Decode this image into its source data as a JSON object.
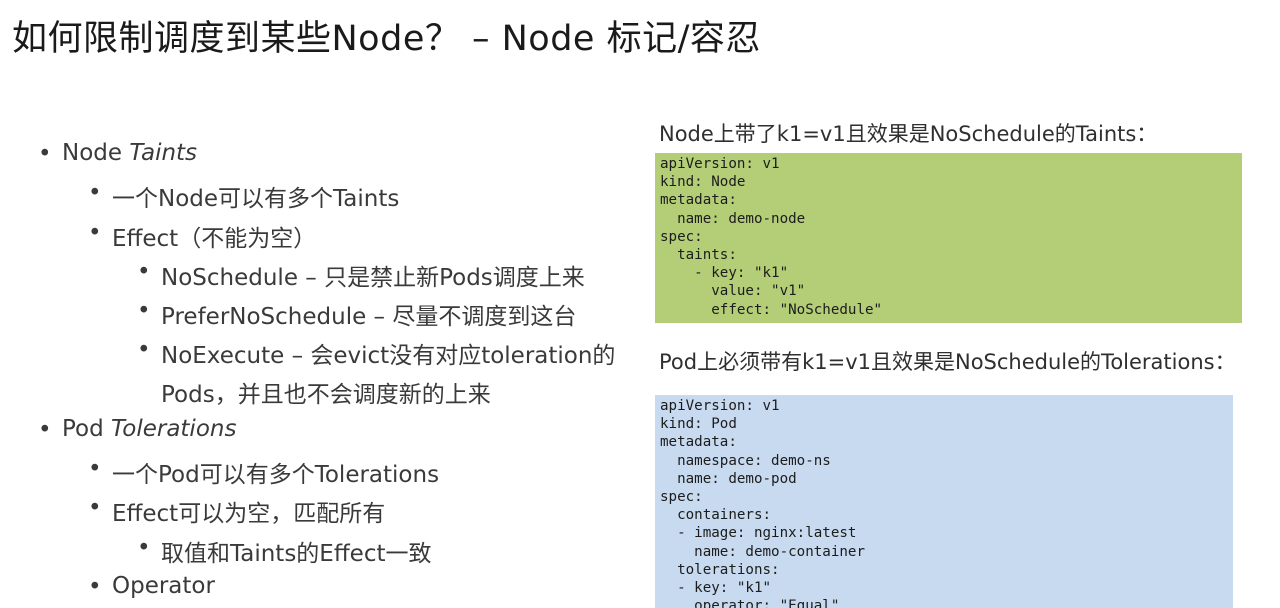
{
  "title": "如何限制调度到某些Node？ – Node 标记/容忍",
  "left": {
    "taints_heading": "Node ",
    "taints_em": "Taints",
    "taints_items": {
      "multi": "一个Node可以有多个Taints",
      "effect": "Effect（不能为空）",
      "noschedule": "NoSchedule – 只是禁止新Pods调度上来",
      "prefer": "PreferNoSchedule – 尽量不调度到这台",
      "noexecute_1": "NoExecute – 会evict没有对应toleration的",
      "noexecute_2": "Pods，并且也不会调度新的上来"
    },
    "tol_heading": "Pod ",
    "tol_em": "Tolerations",
    "tol_items": {
      "multi": "一个Pod可以有多个Tolerations",
      "effect": "Effect可以为空，匹配所有",
      "value": "取值和Taints的Effect一致",
      "operator": "Operator"
    },
    "bullet_glyph": "•"
  },
  "right": {
    "node_caption": "Node上带了k1=v1且效果是NoSchedule的Taints：",
    "node_yaml": "apiVersion: v1\nkind: Node\nmetadata:\n  name: demo-node\nspec:\n  taints:\n    - key: \"k1\"\n      value: \"v1\"\n      effect: \"NoSchedule\"",
    "pod_caption": "Pod上必须带有k1=v1且效果是NoSchedule的Tolerations：",
    "pod_yaml": "apiVersion: v1\nkind: Pod\nmetadata:\n  namespace: demo-ns\n  name: demo-pod\nspec:\n  containers:\n  - image: nginx:latest\n    name: demo-container\n  tolerations:\n  - key: \"k1\"\n    operator: \"Equal\"",
    "colors": {
      "node_bg": "#b4ce77",
      "pod_bg": "#c8daef"
    }
  }
}
